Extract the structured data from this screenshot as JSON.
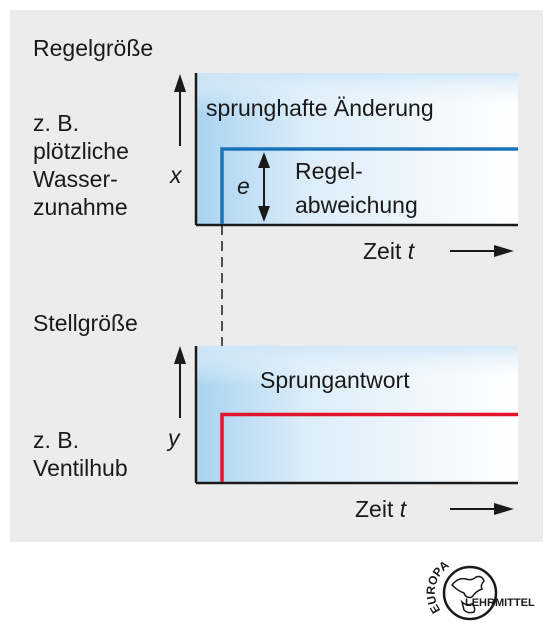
{
  "colors": {
    "panel_background": "#ececec",
    "plot_fill_edge": "#b3d9f2",
    "control_variable_line": "#1a73b8",
    "manipulated_variable_line": "#e2142d",
    "axis": "#1a1a1a"
  },
  "top_panel": {
    "title": "Regelgröße",
    "example_lines": [
      "z. B.",
      "plötzliche",
      "Wasser-",
      "zunahme"
    ],
    "axis_symbol": "x",
    "step_label": "sprunghafte Änderung",
    "deviation_symbol": "e",
    "deviation_label_lines": [
      "Regel-",
      "abweichung"
    ],
    "time_label": "Zeit",
    "time_symbol": "t",
    "step_level": 0.5
  },
  "bottom_panel": {
    "title": "Stellgröße",
    "example_lines": [
      "z. B.",
      "Ventilhub"
    ],
    "axis_symbol": "y",
    "response_label": "Sprungantwort",
    "time_label": "Zeit",
    "time_symbol": "t",
    "response_level": 0.5
  },
  "logo": {
    "text_top": "EUROPA",
    "text_side": "LEHRMITTEL",
    "icon": "globe-europe-icon"
  }
}
